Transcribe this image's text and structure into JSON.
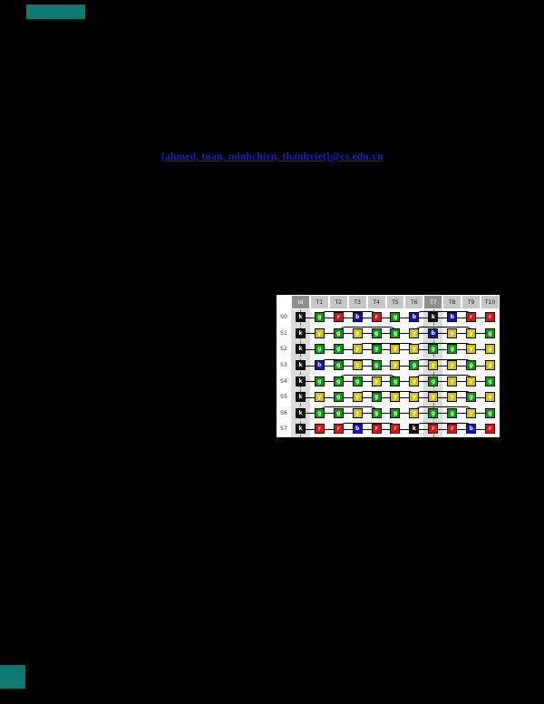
{
  "page": {
    "background": "#000000"
  },
  "decorations": {
    "top_left_block": {
      "name": "teal-banner-fragment",
      "color": "#0c7b6f"
    },
    "bottom_left_block": {
      "name": "teal-corner-fragment",
      "color": "#0c7b6f"
    }
  },
  "authors": {
    "emails_text": "{ahmed, tuan, minhchien, thanhviet}@cs.edu.vn",
    "color": "#1420d2"
  },
  "figure": {
    "background": "#ffffff",
    "header_fill": "#c7c7c7",
    "header_highlight_fill": "#8f8f8f",
    "column_band_fill": "#dcdcdc",
    "column_headers": [
      "Id",
      "T1",
      "T2",
      "T3",
      "T4",
      "T5",
      "T6",
      "T7",
      "T8",
      "T9",
      "T10"
    ],
    "highlight_columns": [
      0,
      7
    ],
    "row_labels": [
      "S0",
      "S1",
      "S2",
      "S3",
      "S4",
      "S5",
      "S6",
      "S7"
    ],
    "palette": {
      "K": "#111111",
      "R": "#dd1111",
      "G": "#00a000",
      "B": "#1111cc",
      "Y": "#d4c400"
    },
    "grid": [
      [
        "K",
        "G",
        "R",
        "B",
        "R",
        "G",
        "B",
        "K",
        "B",
        "R",
        "R"
      ],
      [
        "K",
        "Y",
        "G",
        "Y",
        "G",
        "G",
        "Y",
        "B",
        "Y",
        "Y",
        "G"
      ],
      [
        "K",
        "G",
        "G",
        "Y",
        "G",
        "Y",
        "Y",
        "G",
        "G",
        "Y",
        "Y"
      ],
      [
        "K",
        "B",
        "G",
        "Y",
        "G",
        "Y",
        "G",
        "Y",
        "Y",
        "G",
        "Y"
      ],
      [
        "K",
        "G",
        "G",
        "G",
        "Y",
        "G",
        "Y",
        "G",
        "Y",
        "Y",
        "G"
      ],
      [
        "K",
        "Y",
        "G",
        "Y",
        "G",
        "Y",
        "Y",
        "Y",
        "Y",
        "G",
        "Y"
      ],
      [
        "K",
        "G",
        "G",
        "Y",
        "G",
        "G",
        "Y",
        "G",
        "G",
        "Y",
        "G"
      ],
      [
        "K",
        "R",
        "R",
        "B",
        "R",
        "R",
        "K",
        "R",
        "R",
        "B",
        "R"
      ]
    ]
  }
}
